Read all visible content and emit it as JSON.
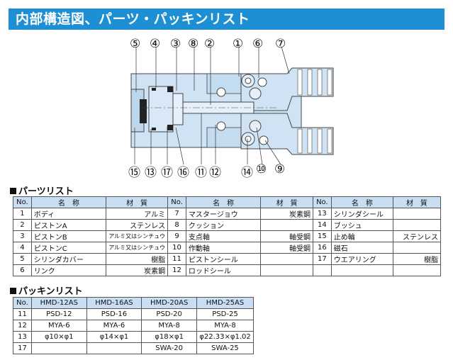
{
  "header": {
    "title": "内部構造図、パーツ・パッキンリスト"
  },
  "diagram": {
    "top_labels": [
      "⑤",
      "④",
      "③",
      "⑧",
      "②",
      "①",
      "⑥",
      "⑦"
    ],
    "bottom_labels": [
      "⑮",
      "⑬",
      "⑰",
      "⑯",
      "⑪",
      "⑫",
      "⑭",
      "⑩",
      "⑨"
    ]
  },
  "parts_list": {
    "title": "パーツリスト",
    "headers": {
      "no": "No.",
      "name": "名　称",
      "material": "材　質"
    },
    "rows": [
      {
        "no": "1",
        "name": "ボディ",
        "material": "アルミ"
      },
      {
        "no": "2",
        "name": "ピストンA",
        "material": "ステンレス"
      },
      {
        "no": "3",
        "name": "ピストンB",
        "material": "アルミ又はシンチュウ"
      },
      {
        "no": "4",
        "name": "ピストンC",
        "material": "アルミ又はシンチュウ"
      },
      {
        "no": "5",
        "name": "シリンダカバー",
        "material": "樹脂"
      },
      {
        "no": "6",
        "name": "リンク",
        "material": "炭素鋼"
      },
      {
        "no": "7",
        "name": "マスタージョウ",
        "material": "炭素鋼"
      },
      {
        "no": "8",
        "name": "クッション",
        "material": ""
      },
      {
        "no": "9",
        "name": "支点軸",
        "material": "軸受鋼"
      },
      {
        "no": "10",
        "name": "作動軸",
        "material": "軸受鋼"
      },
      {
        "no": "11",
        "name": "ピストンシール",
        "material": ""
      },
      {
        "no": "12",
        "name": "ロッドシール",
        "material": ""
      },
      {
        "no": "13",
        "name": "シリンダシール",
        "material": ""
      },
      {
        "no": "14",
        "name": "ブッシュ",
        "material": ""
      },
      {
        "no": "15",
        "name": "止め輪",
        "material": "ステンレス"
      },
      {
        "no": "16",
        "name": "磁石",
        "material": ""
      },
      {
        "no": "17",
        "name": "ウエアリング",
        "material": "樹脂"
      }
    ]
  },
  "packing_list": {
    "title": "パッキンリスト",
    "headers": [
      "No.",
      "HMD-12AS",
      "HMD-16AS",
      "HMD-20AS",
      "HMD-25AS"
    ],
    "rows": [
      [
        "11",
        "PSD-12",
        "PSD-16",
        "PSD-20",
        "PSD-25"
      ],
      [
        "12",
        "MYA-6",
        "MYA-6",
        "MYA-8",
        "MYA-8"
      ],
      [
        "13",
        "φ10×φ1",
        "φ14×φ1",
        "φ18×φ1",
        "φ22.33×φ1.02"
      ],
      [
        "17",
        "",
        "",
        "SWA-20",
        "SWA-25"
      ]
    ]
  }
}
